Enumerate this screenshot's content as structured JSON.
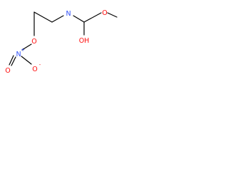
{
  "molecule": {
    "atoms": {
      "n": "N",
      "c_o": "O",
      "c_oh": "OH",
      "ester_o": "O",
      "nitro_n": "N",
      "nitro_plus": "+",
      "nitro_o_double": "O",
      "nitro_o_minus": "O",
      "nitro_minus": "-"
    },
    "colors": {
      "bond": "#000000",
      "nitrogen": "#3050F8",
      "oxygen": "#FF0D0D"
    }
  }
}
